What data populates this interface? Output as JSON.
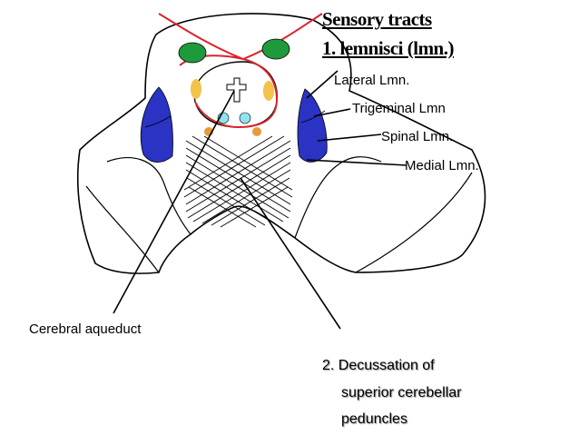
{
  "heading": {
    "title": "Sensory tracts",
    "subtitle": "1. lemnisci (lmn.)"
  },
  "labels": {
    "lateral": "Lateral Lmn.",
    "trigeminal": "Trigeminal Lmn",
    "spinal": "Spinal Lmn.",
    "medial": "Medial Lmn.",
    "aqueduct": "Cerebral aqueduct"
  },
  "decussation": {
    "line1": "2. Decussation of",
    "line2": "superior cerebellar",
    "line3": "peduncles"
  },
  "colors": {
    "lemniscus_fill": "#2a33c4",
    "nucleus_fill": "#1e9a3c",
    "tract_red": "#d8242c",
    "nucleus_yellow": "#f2c24a",
    "nucleus_cyan": "#8fe3ee",
    "nucleus_orange": "#e79a3a"
  }
}
